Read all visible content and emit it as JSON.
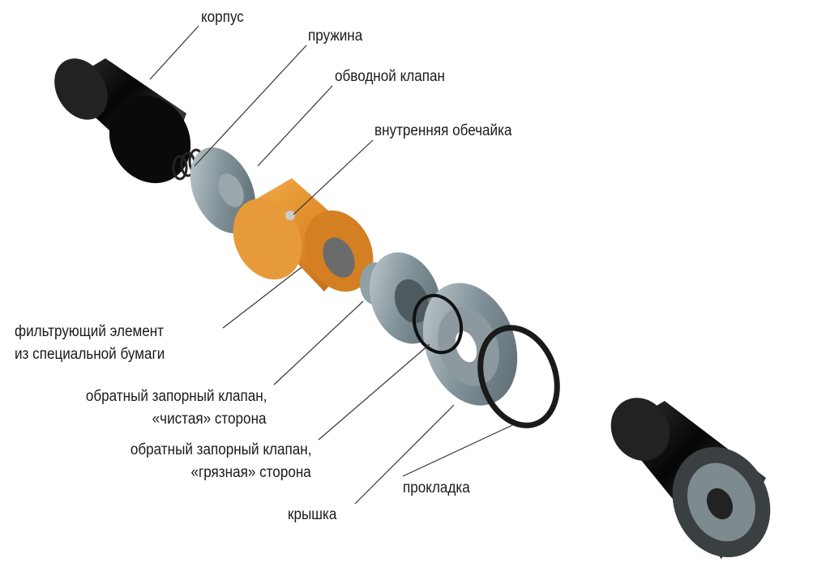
{
  "labels": {
    "housing": "корпус",
    "spring": "пружина",
    "bypass_valve": "обводной клапан",
    "inner_shell": "внутренняя обечайка",
    "filter_element_1": "фильтрующий элемент",
    "filter_element_2": "из специальной бумаги",
    "check_valve_clean_1": "обратный запорный клапан,",
    "check_valve_clean_2": "«чистая» сторона",
    "check_valve_dirty_1": "обратный запорный клапан,",
    "check_valve_dirty_2": "«грязная» сторона",
    "gasket": "прокладка",
    "cover": "крышка"
  },
  "colors": {
    "housing": "#111111",
    "filter": "#e08a2a",
    "metal": "#8a9aa0",
    "gasket": "#1a1a1a"
  }
}
